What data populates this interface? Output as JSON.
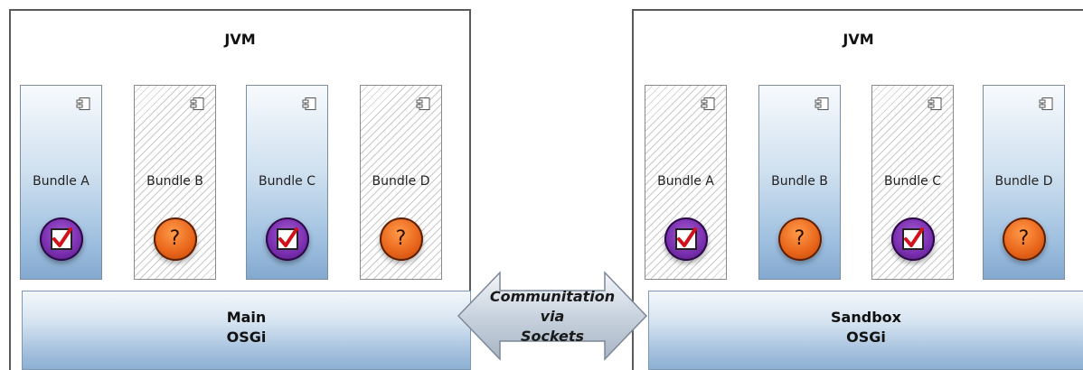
{
  "left_jvm": {
    "title": "JVM",
    "bundles": [
      {
        "label": "Bundle A",
        "state": "active",
        "status": "check"
      },
      {
        "label": "Bundle B",
        "state": "inactive",
        "status": "question"
      },
      {
        "label": "Bundle C",
        "state": "active",
        "status": "check"
      },
      {
        "label": "Bundle D",
        "state": "inactive",
        "status": "question"
      }
    ],
    "osgi": {
      "line1": "Main",
      "line2": "OSGi"
    }
  },
  "right_jvm": {
    "title": "JVM",
    "bundles": [
      {
        "label": "Bundle A",
        "state": "inactive",
        "status": "check"
      },
      {
        "label": "Bundle B",
        "state": "active",
        "status": "question"
      },
      {
        "label": "Bundle C",
        "state": "inactive",
        "status": "check"
      },
      {
        "label": "Bundle D",
        "state": "active",
        "status": "question"
      }
    ],
    "osgi": {
      "line1": "Sandbox",
      "line2": "OSGi"
    }
  },
  "connector": {
    "line1": "Communitation",
    "line2": "via",
    "line3": "Sockets"
  },
  "icons": {
    "component": "component-icon",
    "check": "checkbox-check-icon",
    "question": "question-mark-icon"
  },
  "status_question_glyph": "?"
}
